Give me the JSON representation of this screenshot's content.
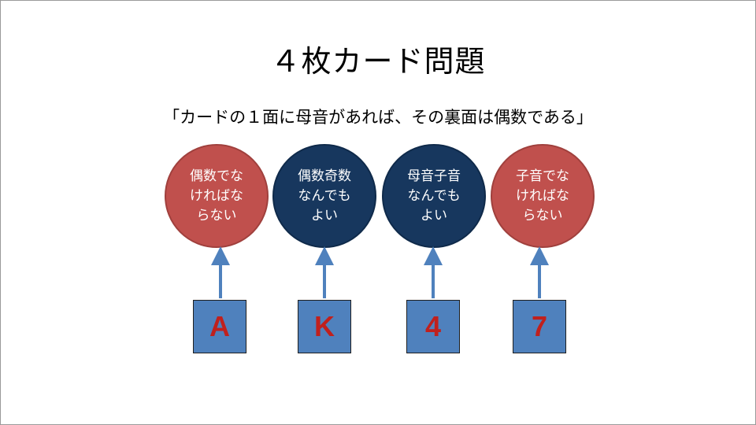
{
  "slide": {
    "title": "４枚カード問題",
    "rule": "「カードの１面に母音があれば、その裏面は偶数である」"
  },
  "items": [
    {
      "condition": "偶数でなければならない",
      "card": "A",
      "condition_color": "#c0504d",
      "card_text_color": "#c0201d"
    },
    {
      "condition": "偶数奇数なんでもよい",
      "card": "K",
      "condition_color": "#17375e",
      "card_text_color": "#c0201d"
    },
    {
      "condition": "母音子音なんでもよい",
      "card": "4",
      "condition_color": "#17375e",
      "card_text_color": "#c0201d"
    },
    {
      "condition": "子音でなければならない",
      "card": "7",
      "condition_color": "#c0504d",
      "card_text_color": "#c0201d"
    }
  ],
  "colors": {
    "card_fill": "#4f81bd",
    "arrow": "#4f81bd"
  }
}
